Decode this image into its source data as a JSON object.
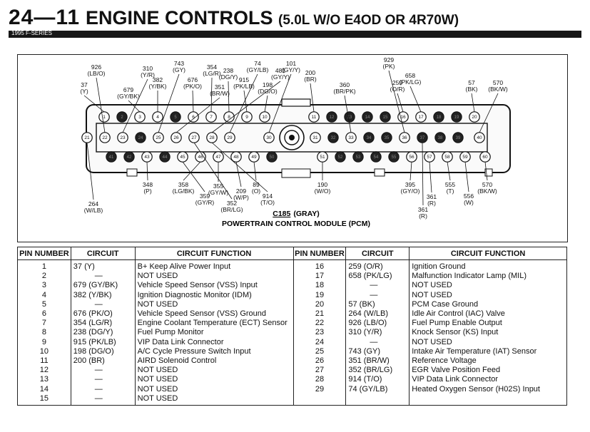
{
  "header": {
    "section_number": "24—11",
    "title": "ENGINE CONTROLS",
    "subtitle": "(5.0L W/O E4OD OR 4R70W)",
    "model_tag": "1995 F-SERIES"
  },
  "diagram": {
    "connector_id": "C185",
    "connector_color": "(GRAY)",
    "module_name": "POWERTRAIN CONTROL MODULE (PCM)",
    "top_labels": [
      {
        "pin": "926",
        "color": "(LB/O)"
      },
      {
        "pin": "37",
        "color": "(Y)"
      },
      {
        "pin": "310",
        "color": "(Y/R)"
      },
      {
        "pin": "679",
        "color": "(GY/BK)"
      },
      {
        "pin": "382",
        "color": "(Y/BK)"
      },
      {
        "pin": "743",
        "color": "(GY)"
      },
      {
        "pin": "676",
        "color": "(PK/O)"
      },
      {
        "pin": "354",
        "color": "(LG/R)"
      },
      {
        "pin": "351",
        "color": "(BR/W)"
      },
      {
        "pin": "238",
        "color": "(DG/Y)"
      },
      {
        "pin": "915",
        "color": "(PK/LB)"
      },
      {
        "pin": "74",
        "color": "(GY/LB)"
      },
      {
        "pin": "198",
        "color": "(DG/O)"
      },
      {
        "pin": "481",
        "color": "(GY/Y)"
      },
      {
        "pin": "101",
        "color": "(GY/Y)"
      },
      {
        "pin": "200",
        "color": "(BR)"
      },
      {
        "pin": "360",
        "color": "(BR/PK)"
      },
      {
        "pin": "929",
        "color": "(PK)"
      },
      {
        "pin": "259",
        "color": "(O/R)"
      },
      {
        "pin": "658",
        "color": "(PK/LG)"
      },
      {
        "pin": "57",
        "color": "(BK)"
      },
      {
        "pin": "570",
        "color": "(BK/W)"
      }
    ],
    "bottom_labels": [
      {
        "pin": "264",
        "color": "(W/LB)"
      },
      {
        "pin": "348",
        "color": "(P)"
      },
      {
        "pin": "358",
        "color": "(LG/BK)"
      },
      {
        "pin": "359",
        "color": "(GY/R)"
      },
      {
        "pin": "355",
        "color": "(GY/W)"
      },
      {
        "pin": "352",
        "color": "(BR/LG)"
      },
      {
        "pin": "209",
        "color": "(W/P)"
      },
      {
        "pin": "89",
        "color": "(O)"
      },
      {
        "pin": "914",
        "color": "(T/O)"
      },
      {
        "pin": "190",
        "color": "(W/O)"
      },
      {
        "pin": "395",
        "color": "(GY/O)"
      },
      {
        "pin": "361",
        "color": "(R)"
      },
      {
        "pin": "361",
        "color": "(R)"
      },
      {
        "pin": "555",
        "color": "(T)"
      },
      {
        "pin": "556",
        "color": "(W)"
      },
      {
        "pin": "570",
        "color": "(BK/W)"
      }
    ]
  },
  "table": {
    "headers": [
      "PIN NUMBER",
      "CIRCUIT",
      "CIRCUIT FUNCTION",
      "PIN NUMBER",
      "CIRCUIT",
      "CIRCUIT FUNCTION"
    ],
    "left_rows": [
      {
        "pin": "1",
        "circuit": "37 (Y)",
        "function": "B+ Keep Alive Power Input"
      },
      {
        "pin": "2",
        "circuit": "—",
        "function": "NOT USED"
      },
      {
        "pin": "3",
        "circuit": "679 (GY/BK)",
        "function": "Vehicle Speed Sensor (VSS) Input"
      },
      {
        "pin": "4",
        "circuit": "382 (Y/BK)",
        "function": "Ignition Diagnostic Monitor (IDM)"
      },
      {
        "pin": "5",
        "circuit": "—",
        "function": "NOT USED"
      },
      {
        "pin": "6",
        "circuit": "676 (PK/O)",
        "function": "Vehicle Speed Sensor (VSS) Ground"
      },
      {
        "pin": "7",
        "circuit": "354 (LG/R)",
        "function": "Engine Coolant Temperature (ECT) Sensor"
      },
      {
        "pin": "8",
        "circuit": "238 (DG/Y)",
        "function": "Fuel Pump Monitor"
      },
      {
        "pin": "9",
        "circuit": "915 (PK/LB)",
        "function": "VIP Data Link Connector"
      },
      {
        "pin": "10",
        "circuit": "198 (DG/O)",
        "function": "A/C Cycle Pressure Switch Input"
      },
      {
        "pin": "11",
        "circuit": "200 (BR)",
        "function": "AIRD Solenoid Control"
      },
      {
        "pin": "12",
        "circuit": "—",
        "function": "NOT USED"
      },
      {
        "pin": "13",
        "circuit": "—",
        "function": "NOT USED"
      },
      {
        "pin": "14",
        "circuit": "—",
        "function": "NOT USED"
      },
      {
        "pin": "15",
        "circuit": "—",
        "function": "NOT USED"
      }
    ],
    "right_rows": [
      {
        "pin": "16",
        "circuit": "259 (O/R)",
        "function": "Ignition Ground"
      },
      {
        "pin": "17",
        "circuit": "658 (PK/LG)",
        "function": "Malfunction Indicator Lamp (MIL)"
      },
      {
        "pin": "18",
        "circuit": "—",
        "function": "NOT USED"
      },
      {
        "pin": "19",
        "circuit": "—",
        "function": "NOT USED"
      },
      {
        "pin": "20",
        "circuit": "57 (BK)",
        "function": "PCM Case Ground"
      },
      {
        "pin": "21",
        "circuit": "264 (W/LB)",
        "function": "Idle Air Control (IAC) Valve"
      },
      {
        "pin": "22",
        "circuit": "926 (LB/O)",
        "function": "Fuel Pump Enable Output"
      },
      {
        "pin": "23",
        "circuit": "310 (Y/R)",
        "function": "Knock Sensor (KS) Input"
      },
      {
        "pin": "24",
        "circuit": "—",
        "function": "NOT USED"
      },
      {
        "pin": "25",
        "circuit": "743 (GY)",
        "function": "Intake Air Temperature (IAT) Sensor"
      },
      {
        "pin": "26",
        "circuit": "351 (BR/W)",
        "function": "Reference Voltage"
      },
      {
        "pin": "27",
        "circuit": "352 (BR/LG)",
        "function": "EGR Valve Position Feed"
      },
      {
        "pin": "28",
        "circuit": "914 (T/O)",
        "function": "VIP Data Link Connector"
      },
      {
        "pin": "29",
        "circuit": "74 (GY/LB)",
        "function": "Heated Oxygen Sensor (H02S) Input"
      }
    ]
  }
}
